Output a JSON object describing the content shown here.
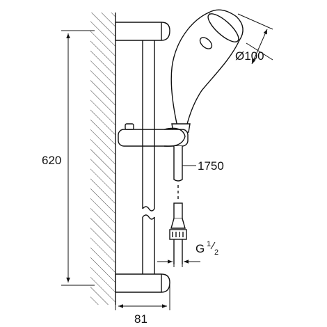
{
  "dimensions": {
    "height": "620",
    "hose_length": "1750",
    "head_diameter": "Ø100",
    "depth": "81",
    "thread_prefix": "G",
    "thread_num": "1",
    "thread_den": "2"
  },
  "colors": {
    "line": "#111111",
    "background": "#ffffff"
  }
}
